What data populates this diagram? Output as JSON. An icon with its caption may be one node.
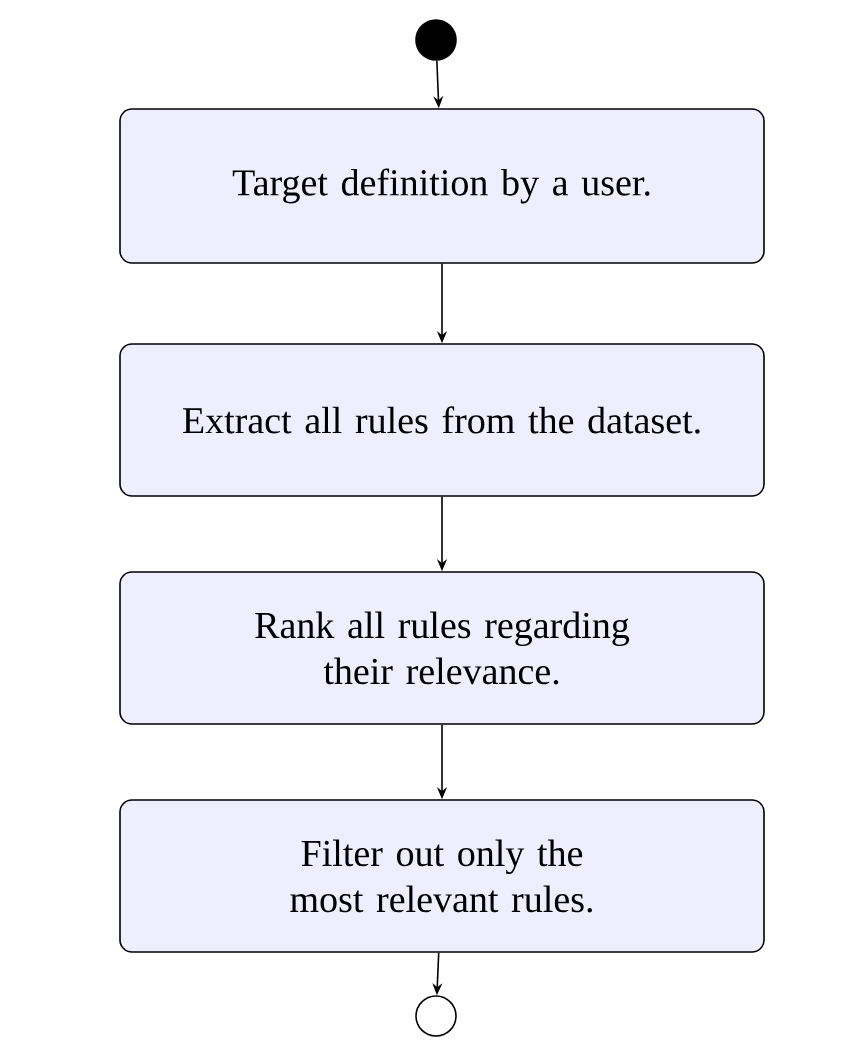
{
  "diagram": {
    "nodes": [
      {
        "text": [],
        "shape": "circle"
      },
      {
        "text": [
          "Target definition by a user."
        ]
      },
      {
        "text": [
          "Extract all rules from the dataset."
        ]
      },
      {
        "text": [
          "Rank all rules regarding their relevance."
        ]
      },
      {
        "text": [
          "Filter out only the most relevant rules."
        ]
      },
      {
        "text": [],
        "shape": "circle"
      }
    ],
    "edges": [
      {
        "from": 0,
        "to": 1,
        "arrow": "to"
      },
      {
        "from": 1,
        "to": 2,
        "arrow": "to"
      },
      {
        "from": 2,
        "to": 3,
        "arrow": "to"
      },
      {
        "from": 3,
        "to": 4,
        "arrow": "to"
      },
      {
        "from": 4,
        "to": 5,
        "arrow": "to"
      }
    ]
  }
}
